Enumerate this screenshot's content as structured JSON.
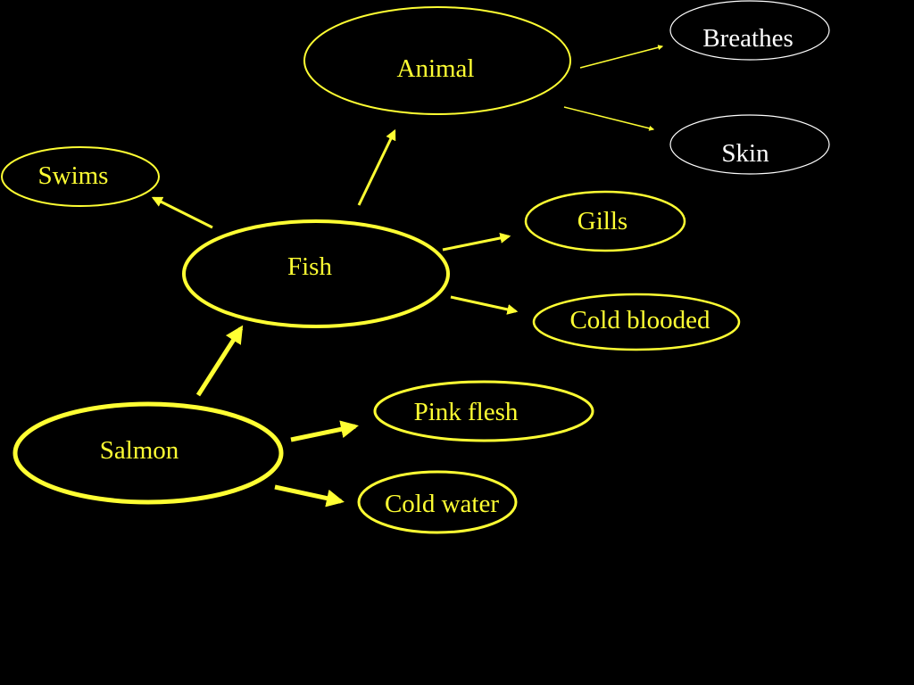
{
  "colors": {
    "background": "#000000",
    "yellow": "#FFFF33",
    "white": "#FFFFFF"
  },
  "nodes": {
    "animal": {
      "label": "Animal"
    },
    "breathes": {
      "label": "Breathes"
    },
    "skin": {
      "label": "Skin"
    },
    "swims": {
      "label": "Swims"
    },
    "fish": {
      "label": "Fish"
    },
    "gills": {
      "label": "Gills"
    },
    "cold_blooded": {
      "label": "Cold blooded"
    },
    "salmon": {
      "label": "Salmon"
    },
    "pink_flesh": {
      "label": "Pink flesh"
    },
    "cold_water": {
      "label": "Cold water"
    }
  },
  "edges": [
    {
      "from": "fish",
      "to": "animal"
    },
    {
      "from": "animal",
      "to": "breathes"
    },
    {
      "from": "animal",
      "to": "skin"
    },
    {
      "from": "fish",
      "to": "swims"
    },
    {
      "from": "fish",
      "to": "gills"
    },
    {
      "from": "fish",
      "to": "cold_blooded"
    },
    {
      "from": "salmon",
      "to": "fish"
    },
    {
      "from": "salmon",
      "to": "pink_flesh"
    },
    {
      "from": "salmon",
      "to": "cold_water"
    }
  ]
}
